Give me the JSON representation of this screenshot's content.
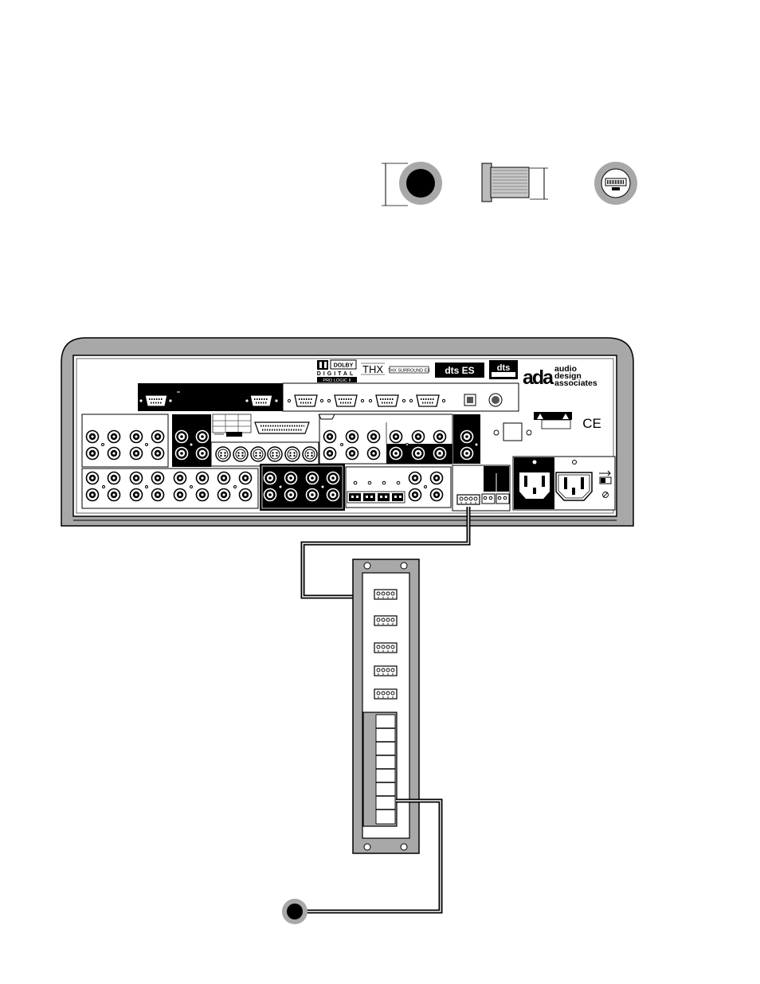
{
  "brand": {
    "name_line1": "audio",
    "name_line2": "design",
    "name_line3": "associates",
    "monogram": "ada"
  },
  "certification_logos": {
    "dolby": "DOLBY",
    "digital": "DIGITAL",
    "prologic": "PRO LOGIC II",
    "thx": "THX",
    "thx_ex": "THX SURROUND EX",
    "dts_es": "dts ES",
    "dts": "dts",
    "ce_mark": "CE"
  },
  "colors": {
    "ink": "#000000",
    "panel_gray": "#a8a8a8",
    "jack_gray": "#9a9a9a",
    "background": "#ffffff"
  },
  "icons": {
    "ir_hole": "filled-circle-icon",
    "ir_emitter_side": "emitter-side-icon",
    "rj_jack": "rj-jack-icon",
    "warning": "warning-triangle-icon"
  }
}
